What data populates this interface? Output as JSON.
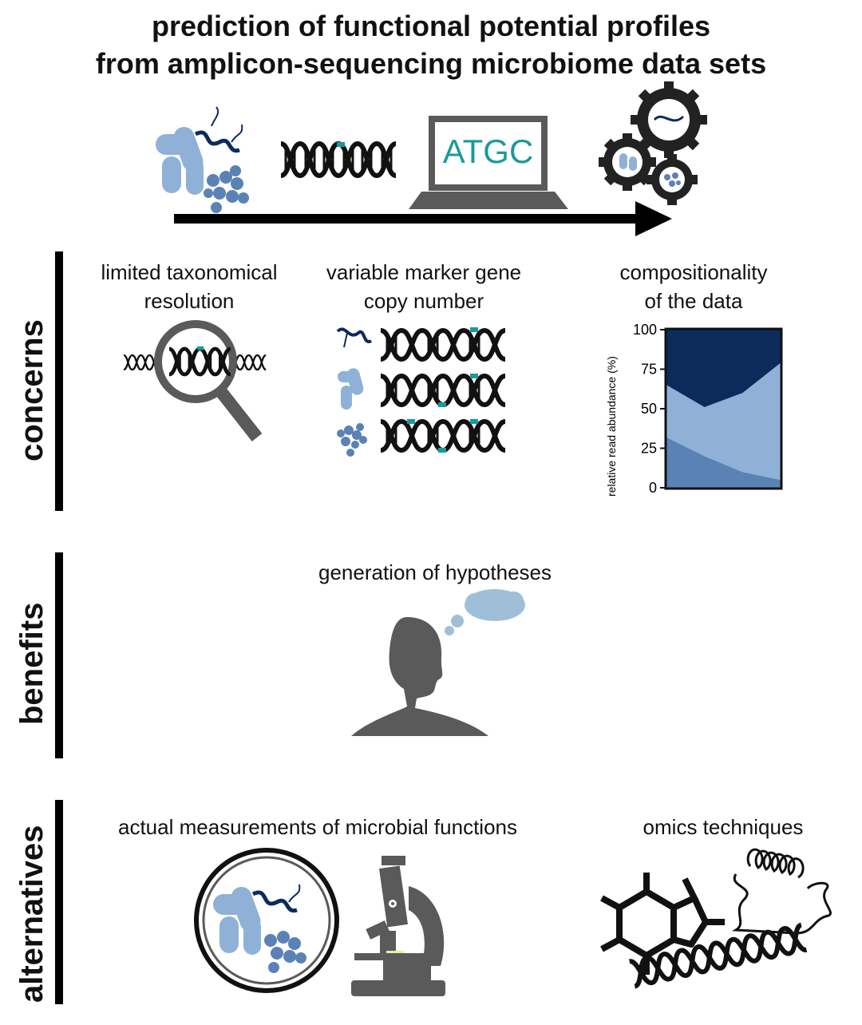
{
  "title": {
    "line1": "prediction of functional potential profiles",
    "line2": "from amplicon-sequencing microbiome data sets"
  },
  "pipeline": {
    "laptop_text": "ATGC"
  },
  "sections": {
    "concerns": "concerns",
    "benefits": "benefits",
    "alternatives": "alternatives"
  },
  "concerns": {
    "item1": {
      "line1": "limited taxonomical",
      "line2": "resolution"
    },
    "item2": {
      "line1": "variable marker gene",
      "line2": "copy number"
    },
    "item3": {
      "line1": "compositionality",
      "line2": "of the data"
    }
  },
  "benefits": {
    "item1": "generation of hypotheses"
  },
  "alternatives": {
    "item1": "actual measurements of microbial functions",
    "item2": "omics techniques"
  },
  "colors": {
    "dark_navy": "#0b2b5c",
    "mid_blue": "#5b82b5",
    "light_blue": "#8fb1d7",
    "teal": "#1a9a9a",
    "gray": "#5a5a5a",
    "cloud": "#9fbfd9"
  },
  "chart_data": {
    "type": "area",
    "ylabel": "relative read abundance (%)",
    "ylim": [
      0,
      100
    ],
    "yticks": [
      "0",
      "25",
      "50",
      "75",
      "100"
    ],
    "x": [
      0,
      1,
      2,
      3
    ],
    "series": [
      {
        "values": [
          32,
          20,
          10,
          5
        ]
      },
      {
        "values": [
          33,
          31,
          50,
          74
        ]
      },
      {
        "values": [
          35,
          49,
          40,
          21
        ]
      }
    ]
  }
}
